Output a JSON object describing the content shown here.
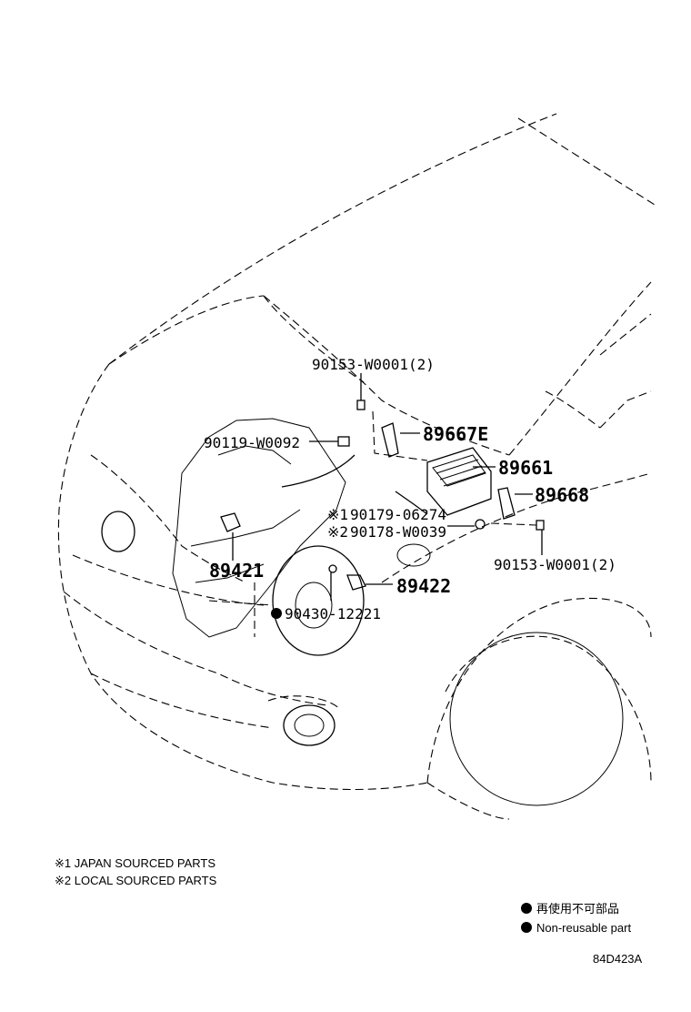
{
  "labels": {
    "p90153_top": "90153-W0001(2)",
    "p89667e": "89667E",
    "p90119": "90119-W0092",
    "p89661": "89661",
    "p89668": "89668",
    "mark1": "※1",
    "p90179": "90179-06274",
    "mark2": "※2",
    "p90178": "90178-W0039",
    "p90153_bottom": "90153-W0001(2)",
    "p89421": "89421",
    "p89422": "89422",
    "p90430": "90430-12221"
  },
  "notes": {
    "japan": "※1 JAPAN SOURCED PARTS",
    "local": "※2 LOCAL SOURCED PARTS"
  },
  "legend": {
    "japanese": "再使用不可部品",
    "english": "Non-reusable part"
  },
  "diagram_code": "84D423A"
}
